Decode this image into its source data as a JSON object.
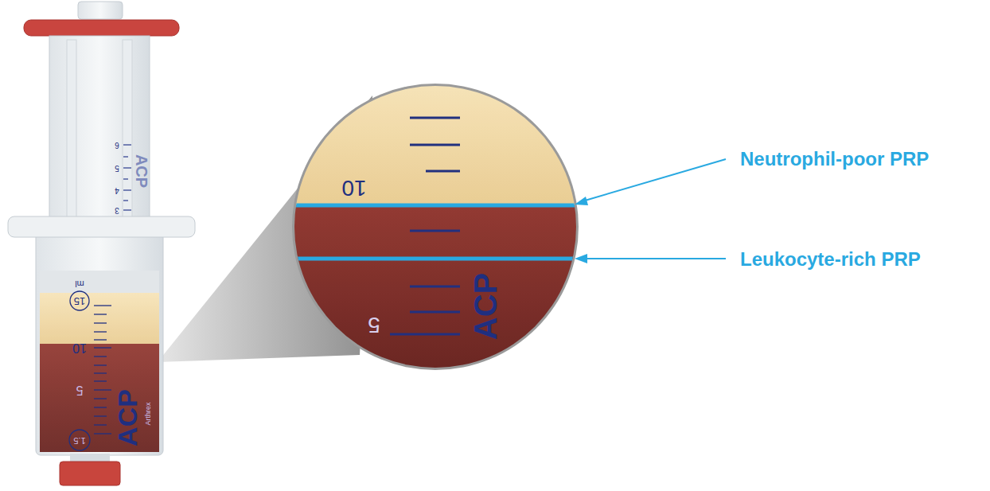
{
  "diagram": {
    "labels": [
      "Neutrophil-poor PRP",
      "Leukocyte-rich PRP",
      "6",
      "5",
      "4",
      "3",
      "ACP",
      "ml",
      "15",
      "10",
      "5",
      "1.5",
      "ACP",
      "Arthrex",
      "10",
      "5",
      "ACP"
    ]
  }
}
